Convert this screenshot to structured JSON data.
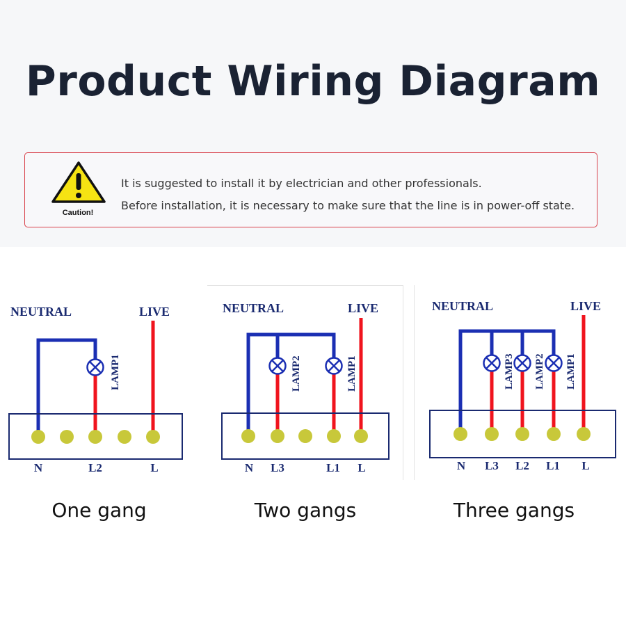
{
  "title": "Product Wiring Diagram",
  "caution": {
    "label": "Caution!",
    "lines": [
      "It is suggested to install it by electrician and other professionals.",
      "Before installation, it is necessary to make sure that the line is in power-off state."
    ]
  },
  "colors": {
    "neutral_wire": "#1b2fb3",
    "live_wire": "#f0141e",
    "terminal": "#c8c83a",
    "warning_yellow": "#f6e313",
    "border_red": "#d9404a"
  },
  "diagrams": [
    {
      "caption": "One gang",
      "neutral_label": "NEUTRAL",
      "live_label": "LIVE",
      "lamps": [
        "LAMP1"
      ],
      "terminals": [
        "N",
        "L2",
        "L"
      ]
    },
    {
      "caption": "Two gangs",
      "neutral_label": "NEUTRAL",
      "live_label": "LIVE",
      "lamps": [
        "LAMP2",
        "LAMP1"
      ],
      "terminals": [
        "N",
        "L3",
        "L1",
        "L"
      ]
    },
    {
      "caption": "Three gangs",
      "neutral_label": "NEUTRAL",
      "live_label": "LIVE",
      "lamps": [
        "LAMP3",
        "LAMP2",
        "LAMP1"
      ],
      "terminals": [
        "N",
        "L3",
        "L2",
        "L1",
        "L"
      ]
    }
  ]
}
